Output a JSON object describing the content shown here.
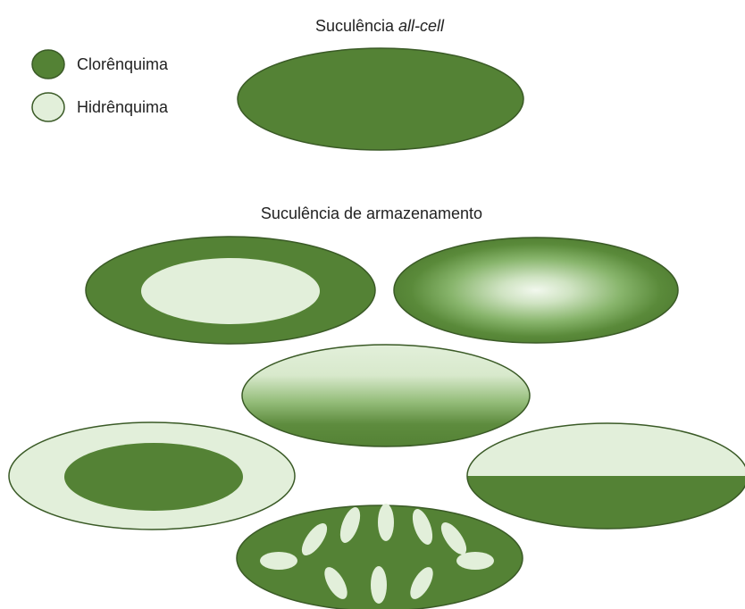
{
  "colors": {
    "chlorenchyma": "#548235",
    "hydrenchyma": "#e2efda",
    "outline": "#3a5a26"
  },
  "legend": {
    "items": [
      {
        "label": "Clorênquima",
        "swatch": "chlorenchyma"
      },
      {
        "label": "Hidrênquima",
        "swatch": "hydrenchyma"
      }
    ]
  },
  "title_all_cell": {
    "prefix": "Suculência ",
    "emphasis": "all-cell"
  },
  "title_storage": "Suculência de armazenamento",
  "variants": [
    {
      "name": "all-cell",
      "pattern": "uniform-chlorenchyma"
    },
    {
      "name": "central-hydrenchyma",
      "pattern": "inner-ellipse-hydrenchyma"
    },
    {
      "name": "radial-gradient",
      "pattern": "radial-gradient"
    },
    {
      "name": "vertical-gradient",
      "pattern": "top-to-bottom-gradient"
    },
    {
      "name": "peripheral-hydrenchyma",
      "pattern": "inner-ellipse-chlorenchyma"
    },
    {
      "name": "upper-lower-split",
      "pattern": "upper-hydrenchyma-lower-chlorenchyma"
    },
    {
      "name": "scattered-hydrenchyma",
      "pattern": "idioblast-ellipses"
    }
  ]
}
